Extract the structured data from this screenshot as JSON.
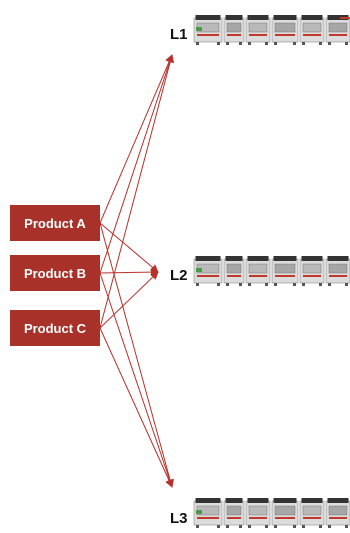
{
  "colors": {
    "box": "#a8322a",
    "arrow": "#b8302a",
    "machine_frame": "#dcdcdc",
    "machine_dark": "#333333",
    "machine_accent": "#c0392b"
  },
  "products": [
    {
      "label": "Product A"
    },
    {
      "label": "Product B"
    },
    {
      "label": "Product C"
    }
  ],
  "lines": [
    {
      "label": "L1",
      "image": "production-line-machines"
    },
    {
      "label": "L2",
      "image": "production-line-machines"
    },
    {
      "label": "L3",
      "image": "production-line-machines"
    }
  ]
}
